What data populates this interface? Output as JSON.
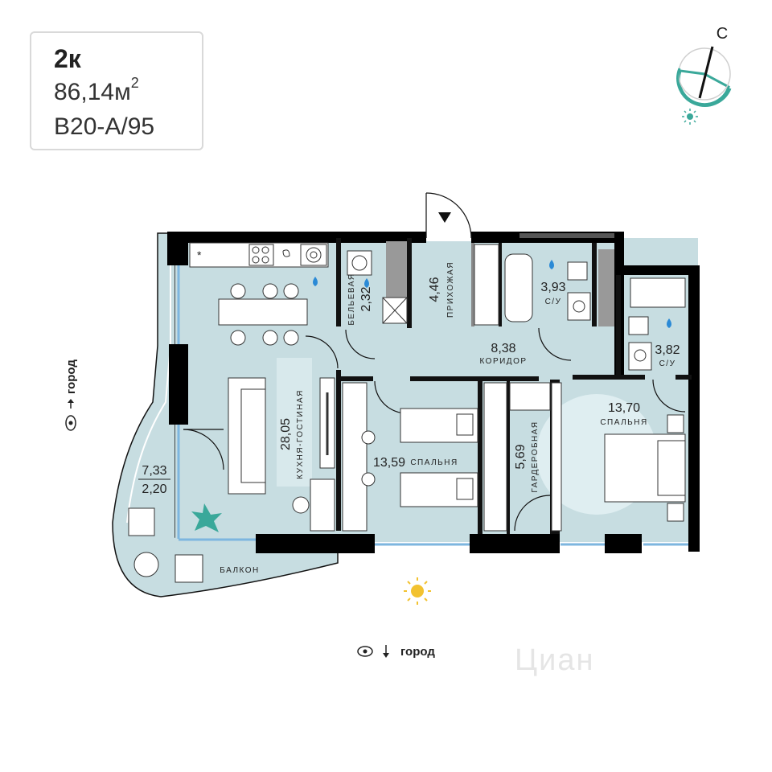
{
  "apartment": {
    "rooms": "2к",
    "area_value": "86,14м",
    "area_sup": "2",
    "code": "В20-А/95"
  },
  "compass": {
    "north_letter": "С"
  },
  "rooms": {
    "kitchen_living": {
      "area": "28,05",
      "name": "КУХНЯ-ГОСТИНАЯ"
    },
    "laundry": {
      "area": "2,32",
      "name": "БЕЛЬЕВАЯ"
    },
    "hall": {
      "area": "4,46",
      "name": "ПРИХОЖАЯ"
    },
    "bath1": {
      "area": "3,93",
      "name": "С/У"
    },
    "corridor": {
      "area": "8,38",
      "name": "КОРИДОР"
    },
    "bath2": {
      "area": "3,82",
      "name": "С/У"
    },
    "bedroom1": {
      "area": "13,59",
      "name": "СПАЛЬНЯ"
    },
    "wardrobe": {
      "area": "5,69",
      "name": "ГАРДЕРОБНАЯ"
    },
    "bedroom2": {
      "area": "13,70",
      "name": "СПАЛЬНЯ"
    },
    "balcony": {
      "area_top": "7,33",
      "area_bottom": "2,20",
      "name": "БАЛКОН"
    }
  },
  "views": {
    "left": "город",
    "bottom": "город"
  },
  "watermark": "Циан",
  "colors": {
    "floor": "#c7dde1",
    "wall": "#000000",
    "accent": "#3aa89a",
    "sun": "#f2c230",
    "water": "#2b8ad6"
  }
}
